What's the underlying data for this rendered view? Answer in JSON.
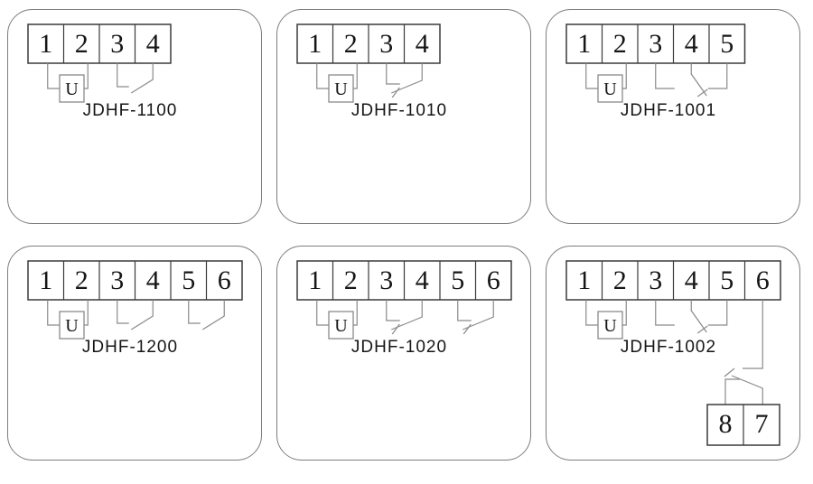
{
  "styles": {
    "wire_color": "#8a8a8a",
    "block_color": "#3a3a3a",
    "text_color": "#161616",
    "panel_border": "#7d7d7d"
  },
  "panels": [
    {
      "model": "JDHF-1100",
      "terminals": [
        "1",
        "2",
        "3",
        "4"
      ],
      "coil": {
        "label": "U",
        "terminals": [
          "1",
          "2"
        ]
      },
      "contacts": [
        {
          "type": "normally-open",
          "terminals": [
            "3",
            "4"
          ]
        }
      ]
    },
    {
      "model": "JDHF-1010",
      "terminals": [
        "1",
        "2",
        "3",
        "4"
      ],
      "coil": {
        "label": "U",
        "terminals": [
          "1",
          "2"
        ]
      },
      "contacts": [
        {
          "type": "normally-closed",
          "terminals": [
            "3",
            "4"
          ]
        }
      ]
    },
    {
      "model": "JDHF-1001",
      "terminals": [
        "1",
        "2",
        "3",
        "4",
        "5"
      ],
      "coil": {
        "label": "U",
        "terminals": [
          "1",
          "2"
        ]
      },
      "contacts": [
        {
          "type": "changeover",
          "terminals": [
            "3",
            "4",
            "5"
          ]
        }
      ]
    },
    {
      "model": "JDHF-1200",
      "terminals": [
        "1",
        "2",
        "3",
        "4",
        "5",
        "6"
      ],
      "coil": {
        "label": "U",
        "terminals": [
          "1",
          "2"
        ]
      },
      "contacts": [
        {
          "type": "normally-open",
          "terminals": [
            "3",
            "4"
          ]
        },
        {
          "type": "normally-open",
          "terminals": [
            "5",
            "6"
          ]
        }
      ]
    },
    {
      "model": "JDHF-1020",
      "terminals": [
        "1",
        "2",
        "3",
        "4",
        "5",
        "6"
      ],
      "coil": {
        "label": "U",
        "terminals": [
          "1",
          "2"
        ]
      },
      "contacts": [
        {
          "type": "normally-closed",
          "terminals": [
            "3",
            "4"
          ]
        },
        {
          "type": "normally-closed",
          "terminals": [
            "5",
            "6"
          ]
        }
      ]
    },
    {
      "model": "JDHF-1002",
      "terminals": [
        "1",
        "2",
        "3",
        "4",
        "5",
        "6"
      ],
      "aux_terminals": [
        "8",
        "7"
      ],
      "coil": {
        "label": "U",
        "terminals": [
          "1",
          "2"
        ]
      },
      "contacts": [
        {
          "type": "changeover",
          "terminals": [
            "3",
            "4",
            "5"
          ]
        },
        {
          "type": "changeover-to-aux",
          "terminals": [
            "6",
            "8",
            "7"
          ]
        }
      ]
    }
  ]
}
